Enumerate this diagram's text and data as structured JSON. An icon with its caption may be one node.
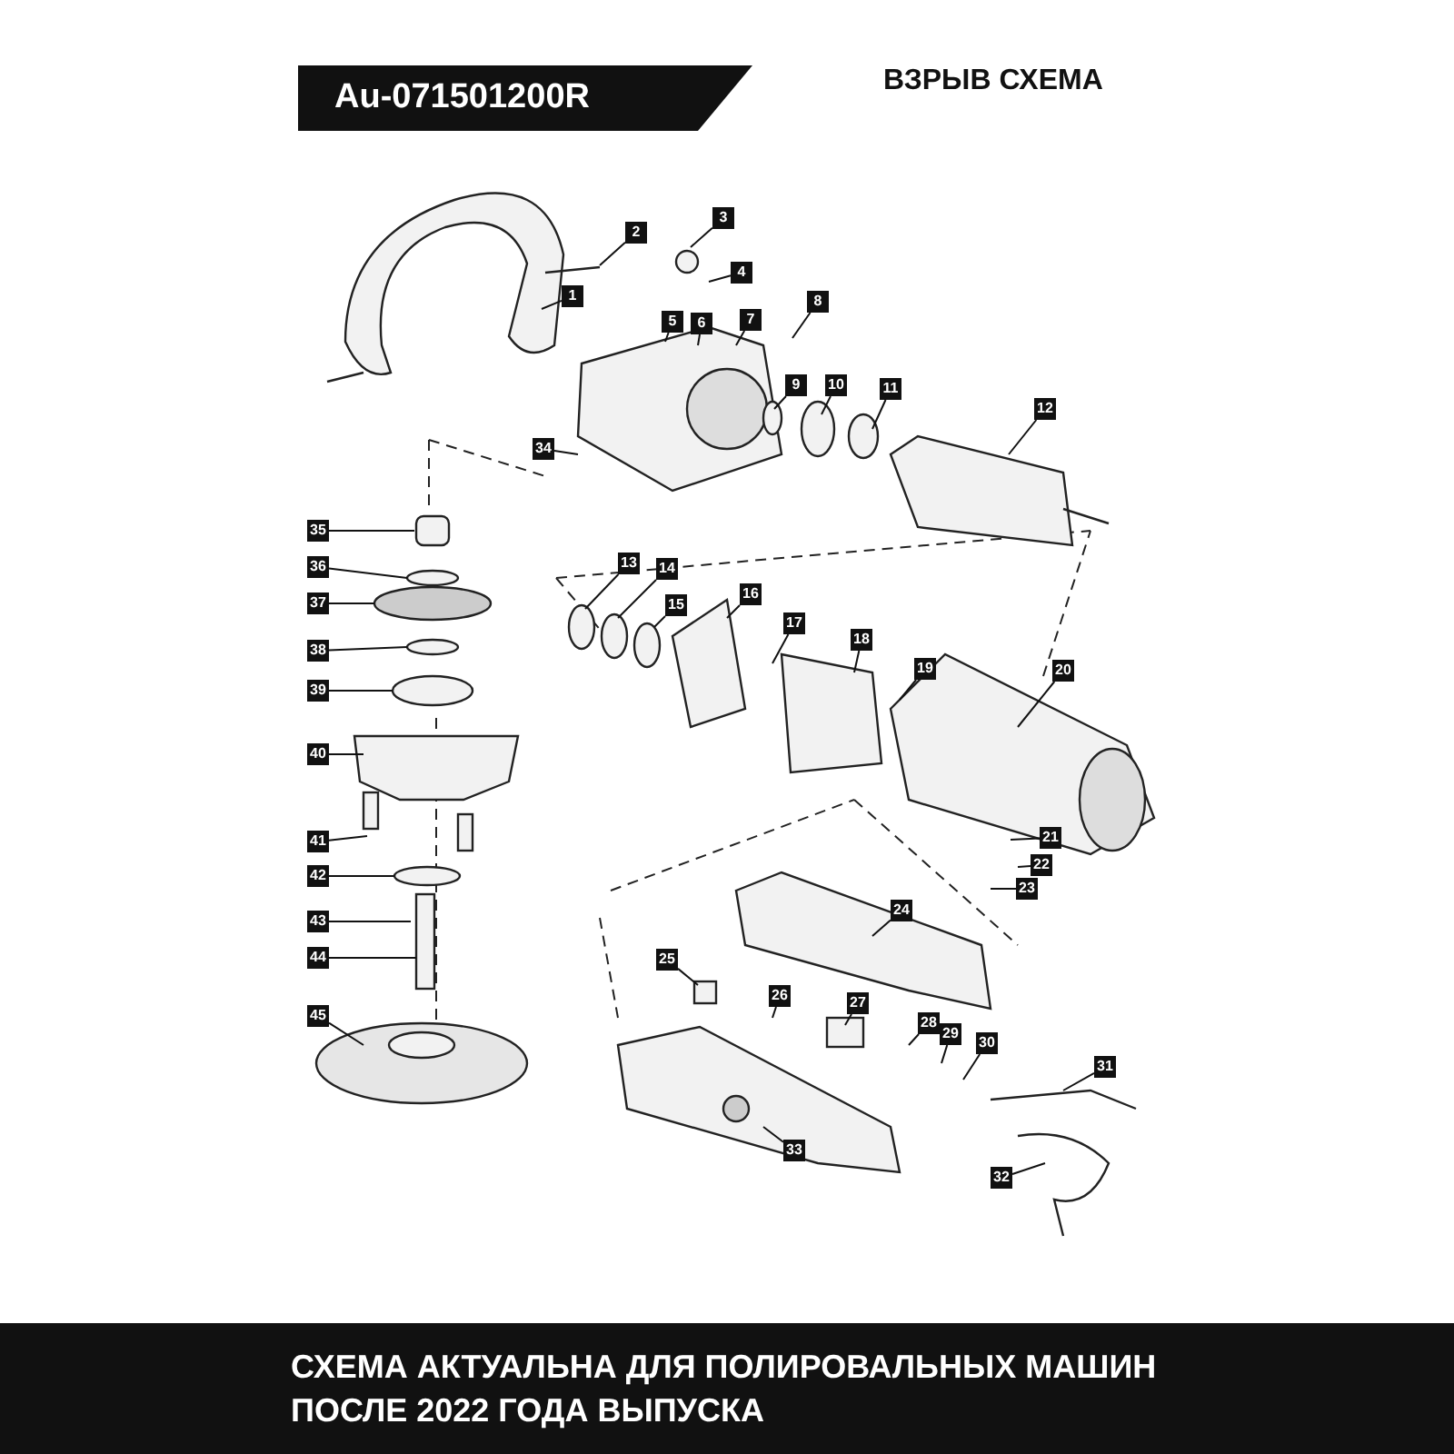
{
  "diagram": {
    "title": "Au-071501200R",
    "caption": "СХЕМА АКТУАЛЬНА ДЛЯ ПОЛИРОВАЛЬНЫХ МАШИН ПОСЛЕ 2022 ГОДА ВЫПУСКА",
    "labels": [
      "ВЗРЫВ СХЕМА"
    ],
    "nodes": [
      {
        "text": [
          "1"
        ]
      },
      {
        "text": [
          "2"
        ]
      },
      {
        "text": [
          "3"
        ]
      },
      {
        "text": [
          "4"
        ]
      },
      {
        "text": [
          "5"
        ]
      },
      {
        "text": [
          "6"
        ]
      },
      {
        "text": [
          "7"
        ]
      },
      {
        "text": [
          "8"
        ]
      },
      {
        "text": [
          "9"
        ]
      },
      {
        "text": [
          "10"
        ]
      },
      {
        "text": [
          "11"
        ]
      },
      {
        "text": [
          "12"
        ]
      },
      {
        "text": [
          "13"
        ]
      },
      {
        "text": [
          "14"
        ]
      },
      {
        "text": [
          "15"
        ]
      },
      {
        "text": [
          "16"
        ]
      },
      {
        "text": [
          "17"
        ]
      },
      {
        "text": [
          "18"
        ]
      },
      {
        "text": [
          "19"
        ]
      },
      {
        "text": [
          "20"
        ]
      },
      {
        "text": [
          "21"
        ]
      },
      {
        "text": [
          "22"
        ]
      },
      {
        "text": [
          "23"
        ]
      },
      {
        "text": [
          "24"
        ]
      },
      {
        "text": [
          "25"
        ]
      },
      {
        "text": [
          "26"
        ]
      },
      {
        "text": [
          "27"
        ]
      },
      {
        "text": [
          "28"
        ]
      },
      {
        "text": [
          "29"
        ]
      },
      {
        "text": [
          "30"
        ]
      },
      {
        "text": [
          "31"
        ]
      },
      {
        "text": [
          "32"
        ]
      },
      {
        "text": [
          "33"
        ]
      },
      {
        "text": [
          "34"
        ]
      },
      {
        "text": [
          "35"
        ]
      },
      {
        "text": [
          "36"
        ]
      },
      {
        "text": [
          "37"
        ]
      },
      {
        "text": [
          "38"
        ]
      },
      {
        "text": [
          "39"
        ]
      },
      {
        "text": [
          "40"
        ]
      },
      {
        "text": [
          "41"
        ]
      },
      {
        "text": [
          "42"
        ]
      },
      {
        "text": [
          "43"
        ]
      },
      {
        "text": [
          "44"
        ]
      },
      {
        "text": [
          "45"
        ]
      }
    ],
    "edges": [
      {
        "from": 0,
        "to": null,
        "arrow": "none"
      },
      {
        "from": 1,
        "to": null,
        "arrow": "none"
      },
      {
        "from": 2,
        "to": null,
        "arrow": "none"
      },
      {
        "from": 3,
        "to": null,
        "arrow": "none"
      },
      {
        "from": 4,
        "to": null,
        "arrow": "none"
      },
      {
        "from": 5,
        "to": null,
        "arrow": "none"
      },
      {
        "from": 6,
        "to": null,
        "arrow": "none"
      },
      {
        "from": 7,
        "to": null,
        "arrow": "none"
      },
      {
        "from": 8,
        "to": null,
        "arrow": "none"
      },
      {
        "from": 9,
        "to": null,
        "arrow": "none"
      },
      {
        "from": 10,
        "to": null,
        "arrow": "none"
      },
      {
        "from": 11,
        "to": null,
        "arrow": "none"
      },
      {
        "from": 12,
        "to": null,
        "arrow": "none"
      },
      {
        "from": 13,
        "to": null,
        "arrow": "none"
      },
      {
        "from": 14,
        "to": null,
        "arrow": "none"
      },
      {
        "from": 15,
        "to": null,
        "arrow": "none"
      },
      {
        "from": 16,
        "to": null,
        "arrow": "none"
      },
      {
        "from": 17,
        "to": null,
        "arrow": "none"
      },
      {
        "from": 18,
        "to": null,
        "arrow": "none"
      },
      {
        "from": 19,
        "to": null,
        "arrow": "none"
      },
      {
        "from": 20,
        "to": null,
        "arrow": "none"
      },
      {
        "from": 21,
        "to": null,
        "arrow": "none"
      },
      {
        "from": 22,
        "to": null,
        "arrow": "none"
      },
      {
        "from": 23,
        "to": null,
        "arrow": "none"
      },
      {
        "from": 24,
        "to": null,
        "arrow": "none"
      },
      {
        "from": 25,
        "to": null,
        "arrow": "none"
      },
      {
        "from": 26,
        "to": null,
        "arrow": "none"
      },
      {
        "from": 27,
        "to": null,
        "arrow": "none"
      },
      {
        "from": 28,
        "to": null,
        "arrow": "none"
      },
      {
        "from": 29,
        "to": null,
        "arrow": "none"
      },
      {
        "from": 30,
        "to": null,
        "arrow": "none"
      },
      {
        "from": 31,
        "to": null,
        "arrow": "none"
      },
      {
        "from": 32,
        "to": null,
        "arrow": "none"
      },
      {
        "from": 33,
        "to": null,
        "arrow": "none"
      },
      {
        "from": 34,
        "to": null,
        "arrow": "none"
      },
      {
        "from": 35,
        "to": null,
        "arrow": "none"
      },
      {
        "from": 36,
        "to": null,
        "arrow": "none"
      },
      {
        "from": 37,
        "to": null,
        "arrow": "none"
      },
      {
        "from": 38,
        "to": null,
        "arrow": "none"
      },
      {
        "from": 39,
        "to": null,
        "arrow": "none"
      },
      {
        "from": 40,
        "to": null,
        "arrow": "none"
      },
      {
        "from": 41,
        "to": null,
        "arrow": "none"
      },
      {
        "from": 42,
        "to": null,
        "arrow": "none"
      },
      {
        "from": 43,
        "to": null,
        "arrow": "none"
      },
      {
        "from": 44,
        "to": null,
        "arrow": "none"
      }
    ]
  }
}
